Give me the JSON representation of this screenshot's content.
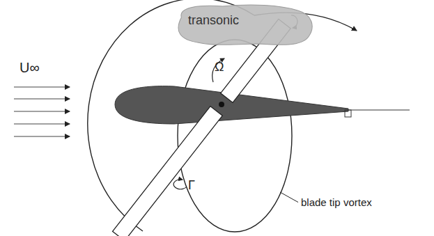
{
  "diagram": {
    "nodes": [
      {
        "text": [
          "transonic"
        ]
      }
    ],
    "labels": [
      "U∞",
      "Ω",
      "Γ",
      "blade tip vortex"
    ]
  }
}
